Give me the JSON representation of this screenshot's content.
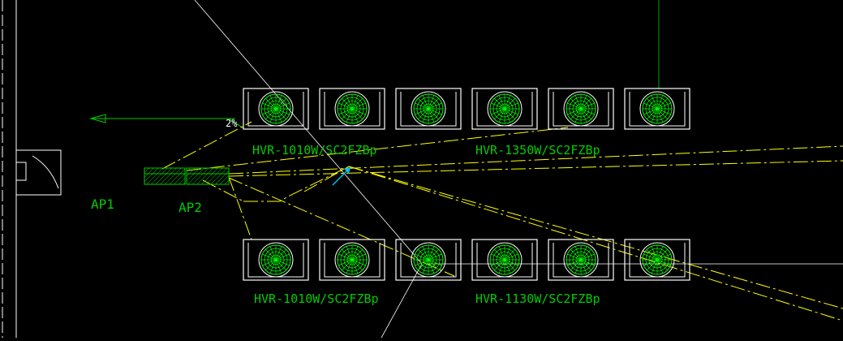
{
  "drawing": {
    "background": "#000000",
    "colors": {
      "unit_outline": "#ffffff",
      "fan": "#00ff00",
      "label": "#00cc00",
      "lead": "#ffff00",
      "wall": "#ffffff",
      "slope_arrow": "#00cc00",
      "cyan": "#00bfff"
    },
    "slope_label": "2%",
    "panel_labels": [
      "AP1",
      "AP2"
    ],
    "unit_groups": [
      {
        "label": "HVR-1010W/SC2FZBp",
        "units": 3
      },
      {
        "label": "HVR-1350W/SC2FZBp",
        "units": 3
      },
      {
        "label": "HVR-1010W/SC2FZBp",
        "units": 3
      },
      {
        "label": "HVR-1130W/SC2FZBp",
        "units": 3
      }
    ]
  }
}
